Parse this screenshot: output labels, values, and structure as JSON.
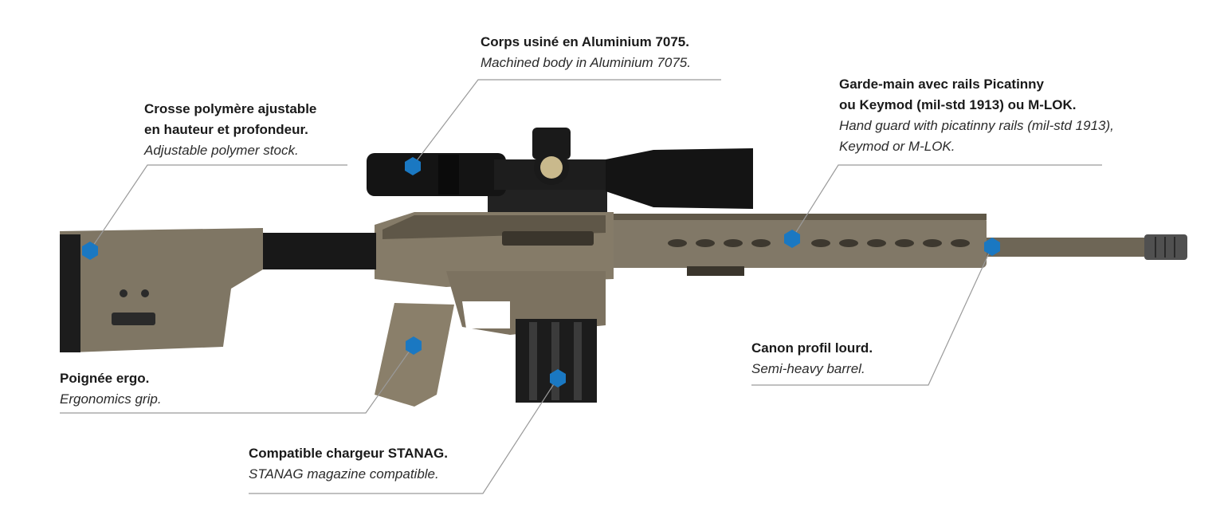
{
  "annotations": [
    {
      "id": "body",
      "fr": [
        "Corps usiné en Aluminium 7075."
      ],
      "en": [
        "Machined body in Aluminium 7075."
      ]
    },
    {
      "id": "stock",
      "fr": [
        "Crosse polymère ajustable",
        "en hauteur et profondeur."
      ],
      "en": [
        "Adjustable polymer stock."
      ]
    },
    {
      "id": "handguard",
      "fr": [
        "Garde-main avec rails Picatinny",
        "ou Keymod (mil-std 1913) ou M-LOK."
      ],
      "en": [
        "Hand guard with picatinny rails (mil-std 1913),",
        "Keymod or M-LOK."
      ]
    },
    {
      "id": "barrel",
      "fr": [
        "Canon profil lourd."
      ],
      "en": [
        "Semi-heavy barrel."
      ]
    },
    {
      "id": "grip",
      "fr": [
        "Poignée ergo."
      ],
      "en": [
        "Ergonomics grip."
      ]
    },
    {
      "id": "magazine",
      "fr": [
        "Compatible chargeur STANAG."
      ],
      "en": [
        "STANAG magazine compatible."
      ]
    }
  ],
  "colors": {
    "marker": "#1a78c2",
    "leader": "#9a9a9a",
    "rifle": "#7a705f",
    "dark": "#1b1b1b"
  }
}
